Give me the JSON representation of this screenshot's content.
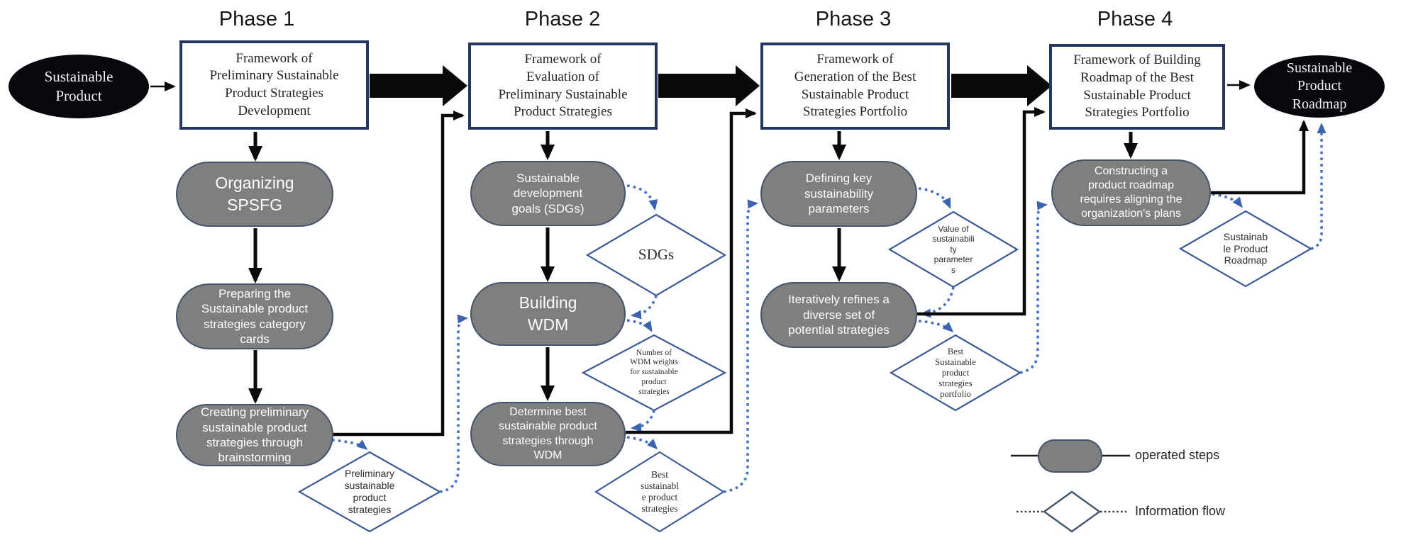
{
  "phases": [
    {
      "label": "Phase 1",
      "box": "Framework of\nPreliminary Sustainable\nProduct Strategies\nDevelopment"
    },
    {
      "label": "Phase 2",
      "box": "Framework of\nEvaluation of\nPreliminary Sustainable\nProduct Strategies"
    },
    {
      "label": "Phase 3",
      "box": "Framework of\nGeneration of the Best\nSustainable Product\nStrategies Portfolio"
    },
    {
      "label": "Phase 4",
      "box": "Framework of Building\nRoadmap of the Best\nSustainable Product\nStrategies Portfolio"
    }
  ],
  "terminals": {
    "start": "Sustainable\nProduct",
    "end": "Sustainable\nProduct\nRoadmap"
  },
  "steps": {
    "organizing": "Organizing\nSPSFG",
    "preparing": "Preparing the\nSustainable product\nstrategies category\ncards",
    "creating": "Creating preliminary\nsustainable product\nstrategies through\nbrainstorming",
    "sdgs": "Sustainable\ndevelopment\ngoals (SDGs)",
    "building_wdm": "Building\nWDM",
    "determine": "Determine best\nsustainable product\nstrategies through\nWDM",
    "defining": "Defining key\nsustainability\nparameters",
    "iteratively": "Iteratively refines a\ndiverse set of\npotential strategies",
    "constructing": "Constructing a\nproduct roadmap\nrequires aligning the\norganization's plans"
  },
  "info": {
    "preliminary": "Preliminary\nsustainable\nproduct\nstrategies",
    "sdgs": "SDGs",
    "wdm_weights": "Number of\nWDM weights\nfor sustainable\nproduct\nstrategies",
    "best_strategies": "Best\nsustainabl\ne product\nstrategies",
    "value_params": "Value of\nsustainabili\nty\nparameter\ns",
    "best_portfolio": "Best\nSustainable\nproduct\nstrategies\nportfolio",
    "roadmap": "Sustainab\nle Product\nRoadmap"
  },
  "legend": {
    "operated": "operated steps",
    "information": "Information flow"
  },
  "colors": {
    "step_fill": "#7f7f7f",
    "box_border": "#24365e",
    "diamond_border": "#3c5a96",
    "flow_blue": "#4472c4",
    "arrow_black": "#0a0a0a"
  }
}
